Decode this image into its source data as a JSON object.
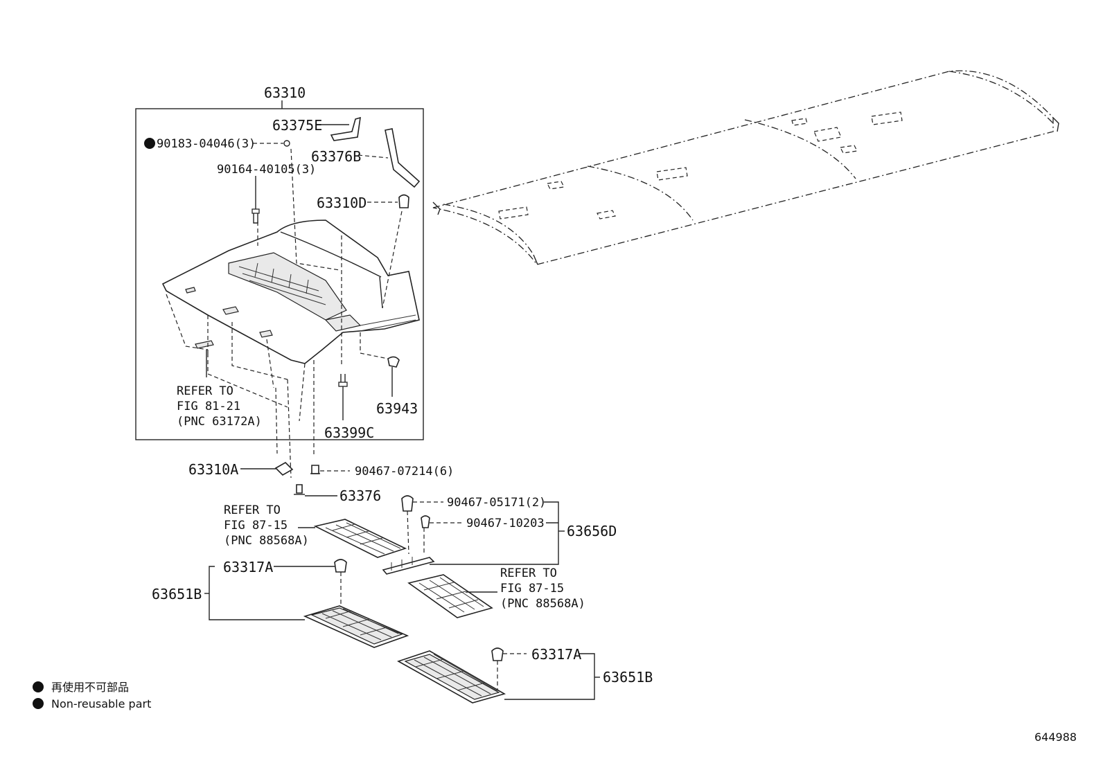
{
  "labels": {
    "p63310": "63310",
    "p63375E": "63375E",
    "p90183": "90183-04046(3)",
    "p63376B": "63376B",
    "p90164": "90164-40105(3)",
    "p63310D": "63310D",
    "ref1_l1": "REFER TO",
    "ref1_l2": "FIG 81-21",
    "ref1_l3": "(PNC 63172A)",
    "p63943": "63943",
    "p63399C": "63399C",
    "p63310A": "63310A",
    "p90467_07214": "90467-07214(6)",
    "p63376": "63376",
    "ref2_l1": "REFER TO",
    "ref2_l2": "FIG 87-15",
    "ref2_l3": "(PNC 88568A)",
    "p90467_05171": "90467-05171(2)",
    "p90467_10203": "90467-10203",
    "p63656D": "63656D",
    "p63317A_1": "63317A",
    "p63651B_1": "63651B",
    "ref3_l1": "REFER TO",
    "ref3_l2": "FIG 87-15",
    "ref3_l3": "(PNC 88568A)",
    "p63317A_2": "63317A",
    "p63651B_2": "63651B"
  },
  "legend": {
    "line1": "再使用不可部品",
    "line2": "Non-reusable part"
  },
  "diagram_id": "644988",
  "colors": {
    "line": "#222222",
    "text": "#111111",
    "background": "#ffffff"
  },
  "icons": {
    "non_reusable_marker": "filled-circle-icon"
  }
}
